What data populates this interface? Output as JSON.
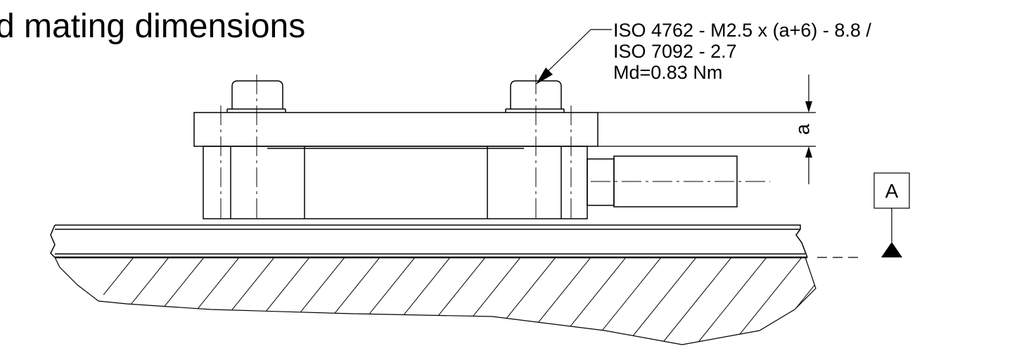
{
  "title": "d mating dimensions",
  "callout": {
    "line1": "ISO 4762 - M2.5 x (a+6) - 8.8 /",
    "line2": "ISO 7092 - 2.7",
    "line3": "Md=0.83 Nm"
  },
  "dimension_label": "a",
  "datum_label": "A"
}
